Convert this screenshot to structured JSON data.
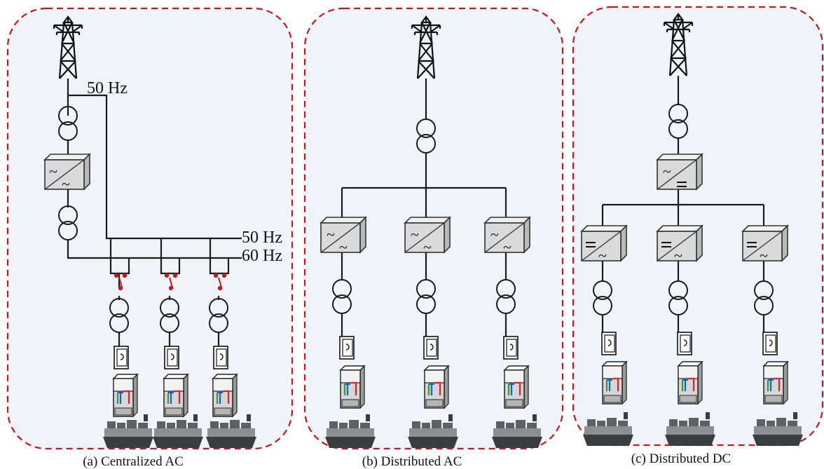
{
  "panels": [
    {
      "id": "a",
      "caption": "(a) Centralized AC"
    },
    {
      "id": "b",
      "caption": "(b) Distributed AC"
    },
    {
      "id": "c",
      "caption": "(c) Distributed DC"
    }
  ],
  "frequency_labels": {
    "grid": "50 Hz",
    "bus_50": "50 Hz",
    "bus_60": "60 Hz"
  },
  "colors": {
    "boundary": "#c8161d",
    "panel_fill": "#eef4f9",
    "switch_contacts": "#c8161d"
  },
  "icons": {
    "grid_source": "transmission-tower-icon",
    "transformer": "transformer-icon",
    "ac_ac_converter": "ac-ac-converter-icon",
    "ac_dc_converter": "ac-dc-converter-icon",
    "dc_ac_converter": "dc-ac-converter-icon",
    "plug": "shore-plug-icon",
    "cabinet": "connection-cabinet-icon",
    "vessel": "ship-icon"
  }
}
